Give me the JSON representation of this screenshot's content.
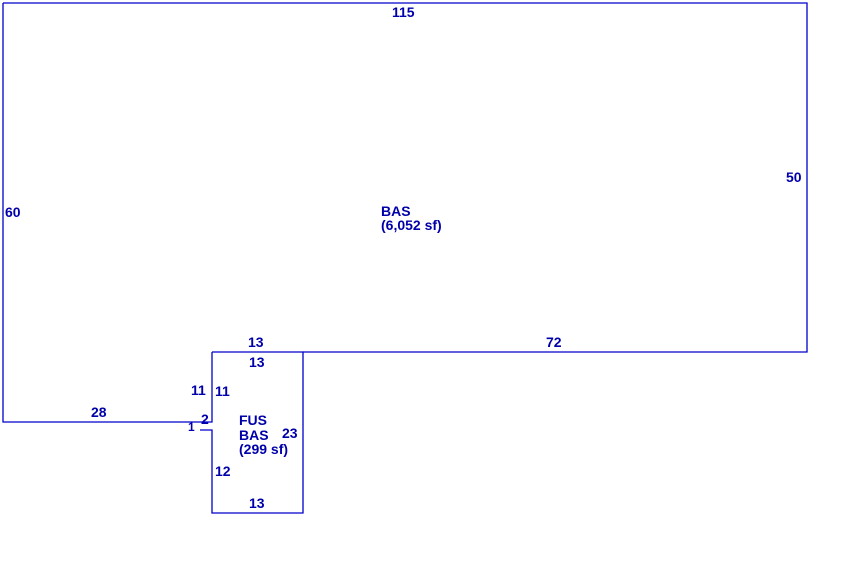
{
  "colors": {
    "line": "#0000cc",
    "text": "#0000aa",
    "background": "#ffffff"
  },
  "sketch": {
    "dimensions": {
      "top": "115",
      "left": "60",
      "right": "50",
      "bottom_right": "72",
      "bottom_left": "28",
      "step": "1",
      "annex_top_outer": "13",
      "annex_top_inner": "13",
      "annex_left_outer": "11",
      "annex_left_inner": "11",
      "annex_step": "2",
      "annex_right": "23",
      "annex_left_lower": "12",
      "annex_bottom": "13"
    },
    "areas": {
      "main": {
        "code": "BAS",
        "area": "(6,052 sf)"
      },
      "annex": {
        "code_upper": "FUS",
        "code_lower": "BAS",
        "area": "(299 sf)"
      }
    }
  }
}
